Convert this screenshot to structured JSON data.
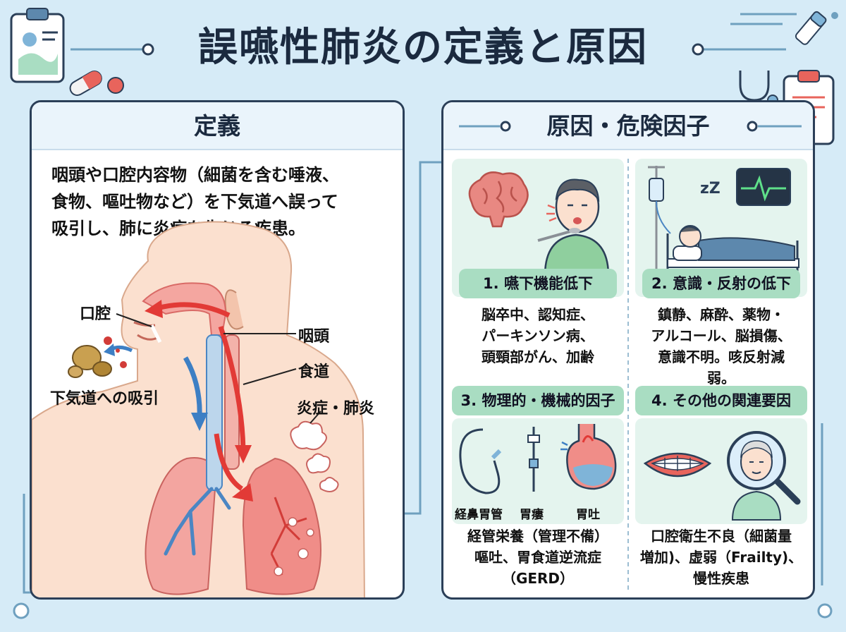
{
  "title": "誤嚥性肺炎の定義と原因",
  "definition": {
    "heading": "定義",
    "text_lines": [
      "咽頭や口腔内容物（細菌を含む唾液、",
      "食物、嘔吐物など）を下気道へ誤って",
      "吸引し、肺に炎症を生じる疾患。"
    ],
    "labels": {
      "oral_cavity": "口腔",
      "pharynx": "咽頭",
      "esophagus": "食道",
      "inflammation": "炎症・肺炎",
      "aspiration": "下気道への吸引"
    }
  },
  "causes": {
    "heading": "原因・危険因子",
    "items": [
      {
        "label": "1. 嚥下機能低下",
        "lines": [
          "脳卒中、認知症、",
          "パーキンソン病、",
          "頭頸部がん、加齢"
        ]
      },
      {
        "label": "2. 意識・反射の低下",
        "lines": [
          "鎮静、麻酔、薬物・",
          "アルコール、脳損傷、",
          "意識不明。咳反射減",
          "弱。"
        ]
      },
      {
        "label": "3. 物理的・機械的因子",
        "sublabels": [
          "経鼻胃管",
          "胃瘻",
          "胃吐"
        ],
        "lines": [
          "経管栄養（管理不備）",
          "嘔吐、胃食道逆流症",
          "（GERD）"
        ]
      },
      {
        "label": "4. その他の関連要因",
        "lines": [
          "口腔衛生不良（細菌量",
          "増加)、虚弱（Frailty)、",
          "慢性疾患"
        ]
      }
    ],
    "sleep_mark": "zZ"
  }
}
